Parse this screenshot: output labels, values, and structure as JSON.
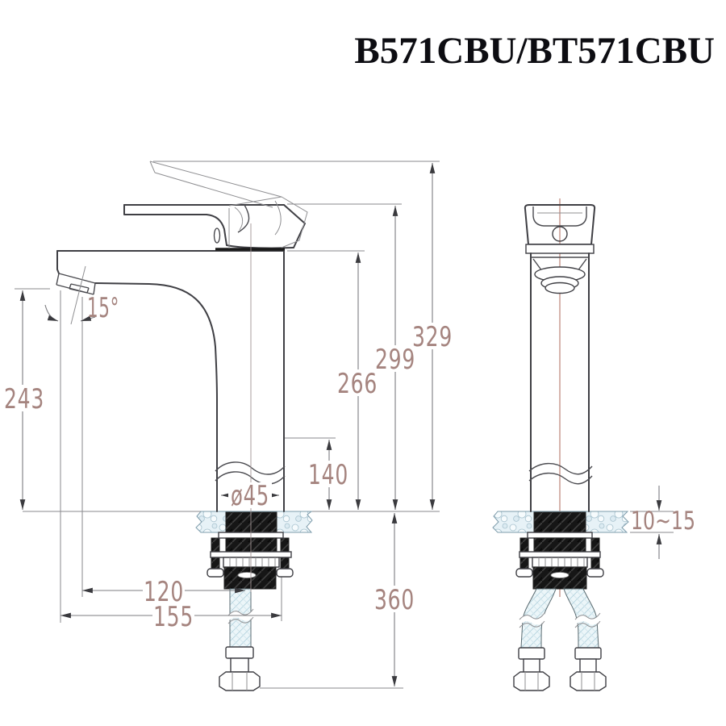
{
  "title": "B571CBU/BT571CBU",
  "dims": {
    "spout_height": "243",
    "spout_angle": "15°",
    "body_height": "266",
    "handle_height": "299",
    "overall_height": "329",
    "base_section_height": "140",
    "base_diameter": "ø45",
    "spout_reach": "120",
    "overall_reach": "155",
    "hose_length": "360",
    "counter_thickness": "10~15"
  },
  "colors": {
    "dim_text": "#a5847f",
    "centerline": "#b5776a",
    "outline": "#3f3f44",
    "counter_fill": "#e7f2f7",
    "counter_edge": "#7e9cab",
    "black_part": "#161616",
    "hose_fill": "#ecf6f9"
  }
}
